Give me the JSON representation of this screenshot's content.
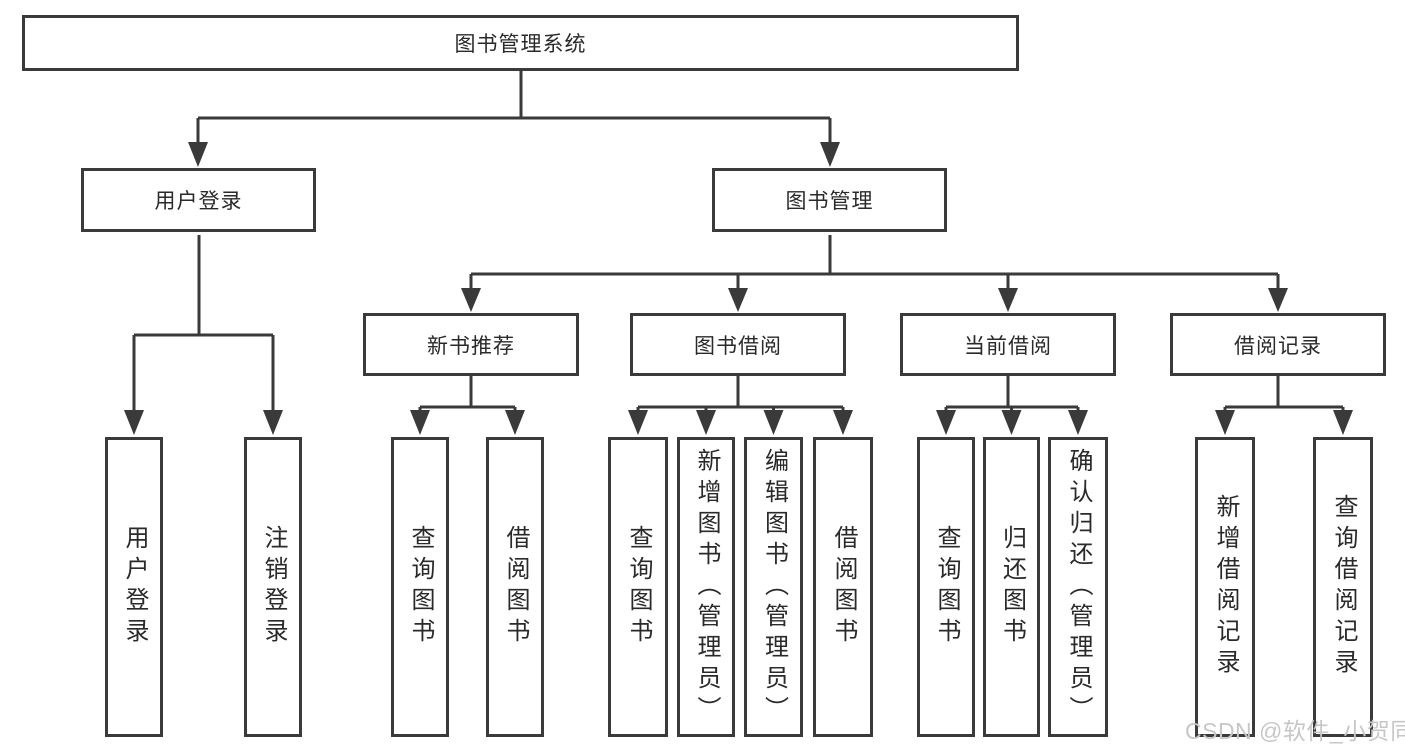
{
  "title": "图书管理系统",
  "nodes": {
    "root": "图书管理系统",
    "user_login": "用户登录",
    "book_mgmt": "图书管理",
    "new_book_rec": "新书推荐",
    "book_borrow": "图书借阅",
    "current_borrow": "当前借阅",
    "borrow_records": "借阅记录",
    "ul_login": "用户登录",
    "ul_logout": "注销登录",
    "nb_query": "查询图书",
    "nb_borrow": "借阅图书",
    "bb_query": "查询图书",
    "bb_add": "新增图书（管理员）",
    "bb_edit": "编辑图书（管理员）",
    "bb_borrow": "借阅图书",
    "cb_query": "查询图书",
    "cb_return": "归还图书",
    "cb_confirm": "确认归还（管理员）",
    "br_add": "新增借阅记录",
    "br_query": "查询借阅记录"
  },
  "watermark": "CSDN @软件_小贺同学",
  "colors": {
    "line": "#3a3a3a",
    "text": "#2a2a2a",
    "watermark": "#c7c7c7",
    "background": "#ffffff"
  }
}
